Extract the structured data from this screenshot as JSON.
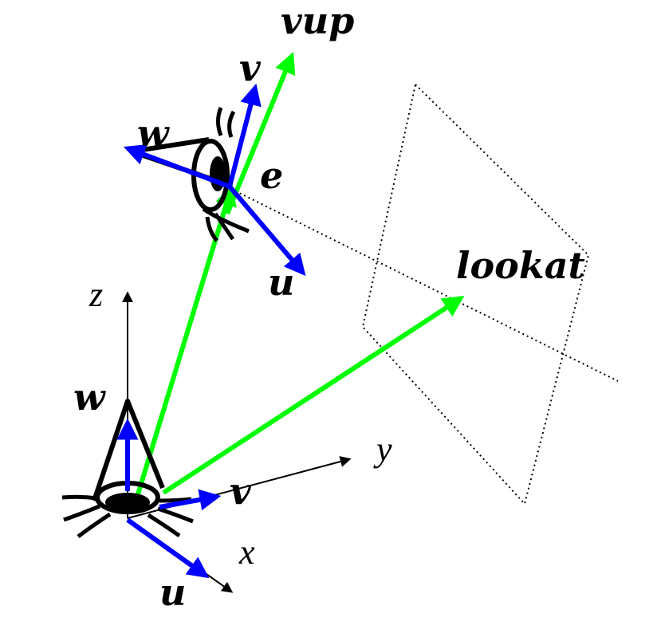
{
  "labels": {
    "vup": "vup",
    "top_v": "v",
    "top_w": "w",
    "top_e": "e",
    "top_u": "u",
    "lookat": "lookat",
    "axis_z": "z",
    "axis_y": "y",
    "axis_x": "x",
    "bottom_w": "w",
    "bottom_v": "v",
    "bottom_u": "u"
  },
  "colors": {
    "green": "#00ff00",
    "blue": "#0000ff",
    "black": "#000000"
  }
}
